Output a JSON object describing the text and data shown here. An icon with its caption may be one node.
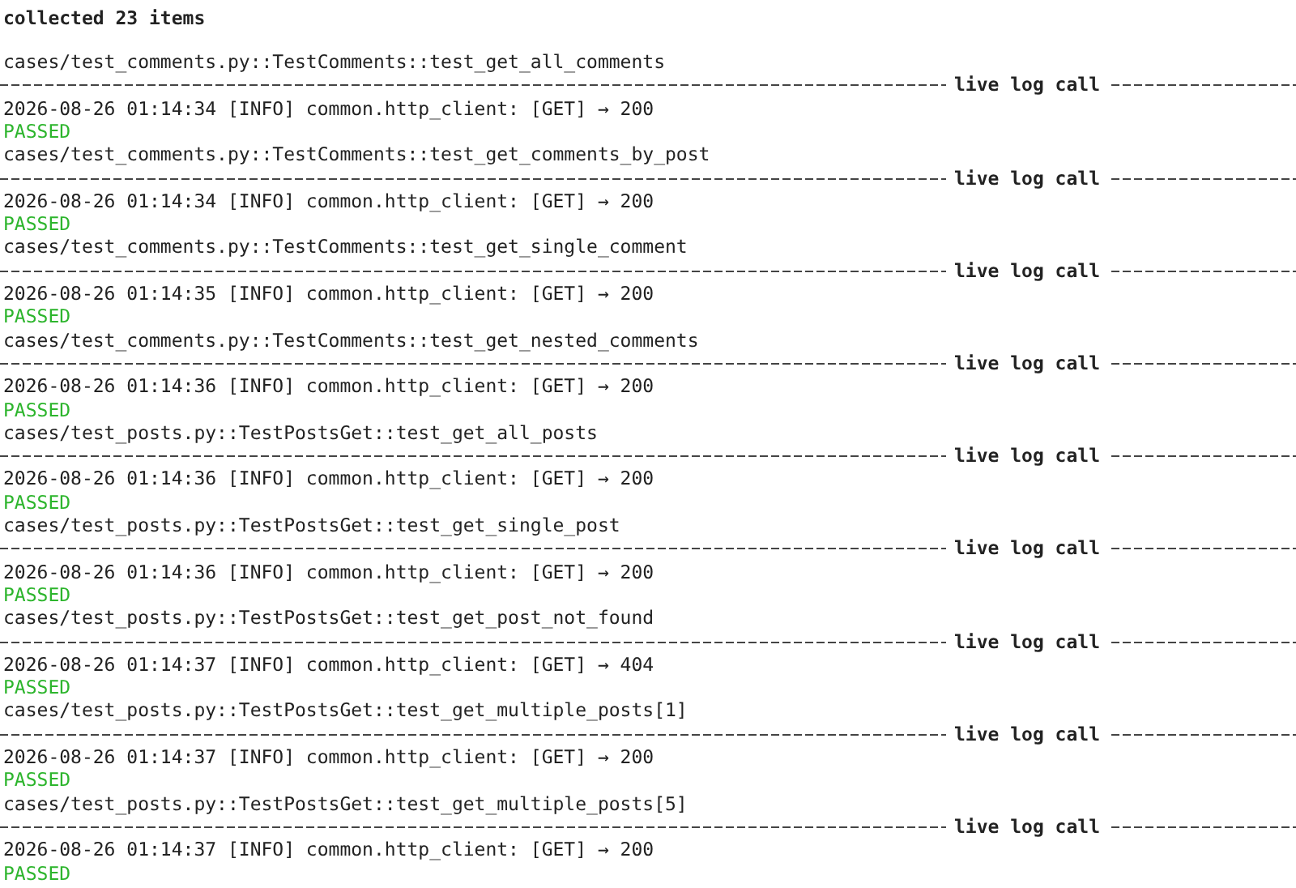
{
  "diagram": {
    "labels": [
      "collected 23 items",
      "cases/test_comments.py::TestComments::test_get_all_comments",
      "live log call",
      "2026-08-26 01:14:34 [INFO] common.http_client: [GET] → 200",
      "PASSED",
      "cases/test_comments.py::TestComments::test_get_comments_by_post",
      "live log call",
      "2026-08-26 01:14:34 [INFO] common.http_client: [GET] → 200",
      "PASSED",
      "cases/test_comments.py::TestComments::test_get_single_comment",
      "live log call",
      "2026-08-26 01:14:35 [INFO] common.http_client: [GET] → 200",
      "PASSED",
      "cases/test_comments.py::TestComments::test_get_nested_comments",
      "live log call",
      "2026-08-26 01:14:36 [INFO] common.http_client: [GET] → 200",
      "PASSED",
      "cases/test_posts.py::TestPostsGet::test_get_all_posts",
      "live log call",
      "2026-08-26 01:14:36 [INFO] common.http_client: [GET] → 200",
      "PASSED",
      "cases/test_posts.py::TestPostsGet::test_get_single_post",
      "live log call",
      "2026-08-26 01:14:36 [INFO] common.http_client: [GET] → 200",
      "PASSED",
      "cases/test_posts.py::TestPostsGet::test_get_post_not_found",
      "live log call",
      "2026-08-26 01:14:37 [INFO] common.http_client: [GET] → 404",
      "PASSED",
      "cases/test_posts.py::TestPostsGet::test_get_multiple_posts[1]",
      "live log call",
      "2026-08-26 01:14:37 [INFO] common.http_client: [GET] → 200",
      "PASSED",
      "cases/test_posts.py::TestPostsGet::test_get_multiple_posts[5]",
      "live log call",
      "2026-08-26 01:14:37 [INFO] common.http_client: [GET] → 200",
      "PASSED"
    ]
  }
}
